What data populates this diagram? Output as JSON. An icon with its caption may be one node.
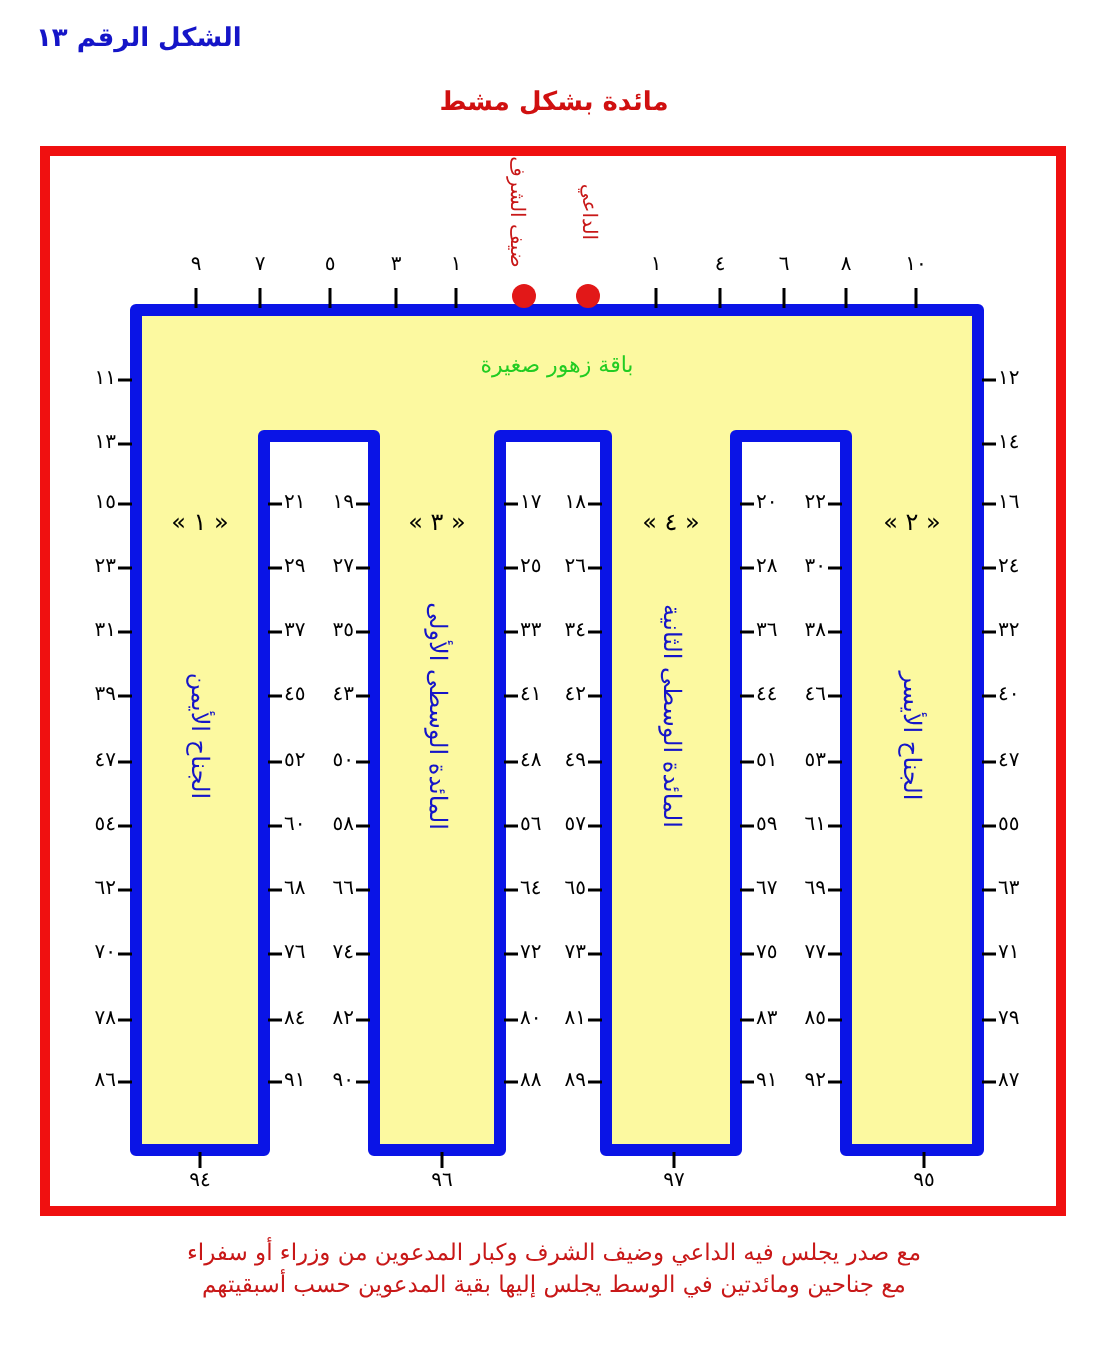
{
  "diagram": {
    "title": "مائدة بشكل مشط",
    "caption": "مع صدر يجلس فيه الداعي وضيف الشرف وكبار المدعوين من وزراء أو سفراء مع جناحين ومائدتين في الوسط يجلس إليها بقية المدعوين حسب أسبقيتهم",
    "nodes": [
      {
        "text": [],
        "shape": "box"
      },
      {
        "text": [
          "باقة زهور صغيرة"
        ],
        "in": 0
      },
      {
        "text": [
          "« ١ »",
          "الجناح الأيمن"
        ],
        "in": 0
      },
      {
        "text": [
          "« ٣ »",
          "المائدة الوسطى الأولى"
        ],
        "in": 0
      },
      {
        "text": [
          "« ٤ »",
          "المائدة الوسطى الثانية"
        ],
        "in": 0
      },
      {
        "text": [
          "« ٢ »",
          "الجناح الأيسر"
        ],
        "in": 0
      },
      {
        "text": [],
        "shape": "circle",
        "beside": [
          "ضيف الشرف"
        ],
        "in": 0
      },
      {
        "text": [],
        "shape": "circle",
        "beside": [
          "الداعي"
        ],
        "in": 0
      }
    ],
    "labels": [
      "الشكل الرقم ١٣",
      "٩",
      "٧",
      "٥",
      "٣",
      "١",
      "١",
      "٤",
      "٦",
      "٨",
      "١٠",
      "١١",
      "١٣",
      "١٥",
      "٢٣",
      "٣١",
      "٣٩",
      "٤٧",
      "٥٤",
      "٦٢",
      "٧٠",
      "٧٨",
      "٨٦",
      "٢١",
      "٢٩",
      "٣٧",
      "٤٥",
      "٥٢",
      "٦٠",
      "٦٨",
      "٧٦",
      "٨٤",
      "٩١",
      "١٩",
      "٢٧",
      "٣٥",
      "٤٣",
      "٥٠",
      "٥٨",
      "٦٦",
      "٧٤",
      "٨٢",
      "٩٠",
      "١٧",
      "٢٥",
      "٣٣",
      "٤١",
      "٤٨",
      "٥٦",
      "٦٤",
      "٧٢",
      "٨٠",
      "٨٨",
      "١٨",
      "٢٦",
      "٣٤",
      "٤٢",
      "٤٩",
      "٥٧",
      "٦٥",
      "٧٣",
      "٨١",
      "٨٩",
      "٢٠",
      "٢٨",
      "٣٦",
      "٤٤",
      "٥١",
      "٥٩",
      "٦٧",
      "٧٥",
      "٨٣",
      "٩١",
      "٢٢",
      "٣٠",
      "٣٨",
      "٤٦",
      "٥٣",
      "٦١",
      "٦٩",
      "٧٧",
      "٨٥",
      "٩٢",
      "١٢",
      "١٤",
      "١٦",
      "٢٤",
      "٣٢",
      "٤٠",
      "٤٧",
      "٥٥",
      "٦٣",
      "٧١",
      "٧٩",
      "٨٧",
      "٩٤",
      "٩٦",
      "٩٧",
      "٩٥"
    ]
  }
}
